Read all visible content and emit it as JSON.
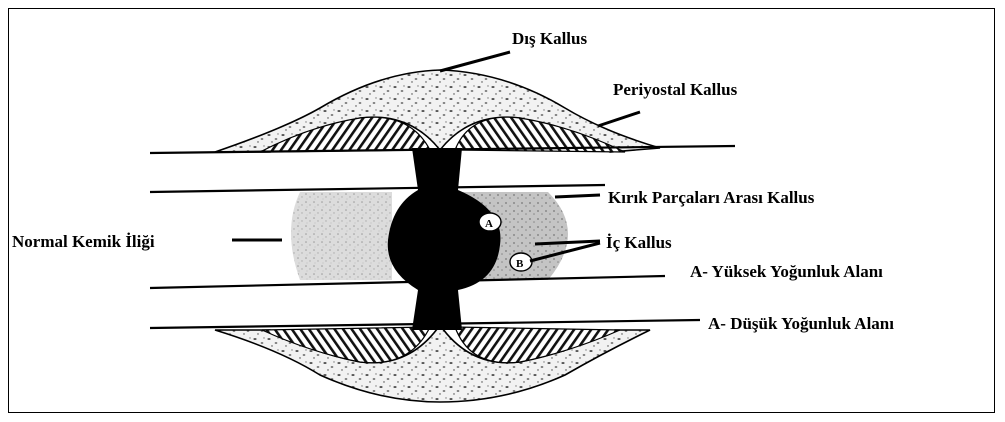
{
  "diagram": {
    "labels": {
      "dis_kallus": "Dış Kallus",
      "periyostal_kallus": "Periyostal Kallus",
      "kirik_parcalari": "Kırık Parçaları Arası Kallus",
      "normal_kemik": "Normal Kemik İliği",
      "ic_kallus": "İç Kallus",
      "yuksek": "A- Yüksek Yoğunluk Alanı",
      "dusuk": "A- Düşük Yoğunluk Alanı"
    },
    "markers": {
      "a": "A",
      "b": "B"
    },
    "colors": {
      "ink": "#000000",
      "background": "#ffffff",
      "marrow": "#d9d9d9",
      "callus": "#eeeeee"
    }
  }
}
